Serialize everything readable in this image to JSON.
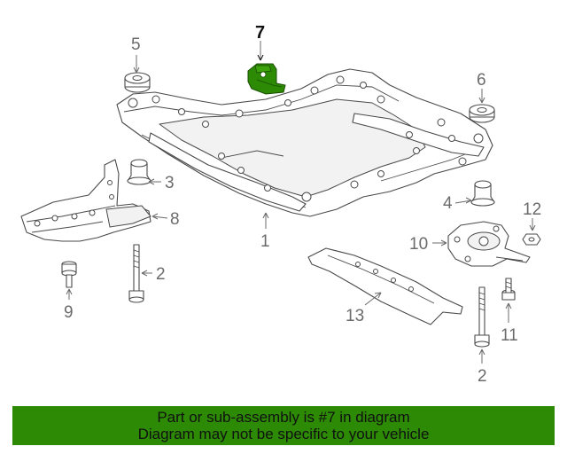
{
  "diagram": {
    "callouts": {
      "c1": "1",
      "c2a": "2",
      "c2b": "2",
      "c3": "3",
      "c4": "4",
      "c5": "5",
      "c6": "6",
      "c7": "7",
      "c8": "8",
      "c9": "9",
      "c10": "10",
      "c11": "11",
      "c12": "12",
      "c13": "13"
    },
    "highlight_color": "#2c8a05"
  },
  "banner": {
    "line1": "Part or sub-assembly is #7 in diagram",
    "line2": "Diagram may not be specific to your vehicle",
    "background": "#2c8a05"
  }
}
